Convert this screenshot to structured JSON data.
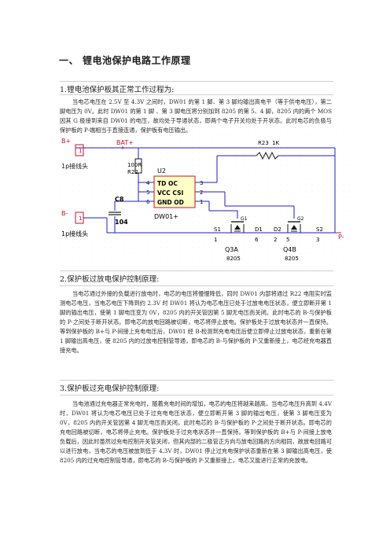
{
  "heading": {
    "number": "一、",
    "title": "锂电池保护电路工作原理"
  },
  "section1": {
    "title": "1.锂电池保护板其正常工作过程为:",
    "body": "当电芯电压在 2.5V 至 4.3V 之间时，DW01 的第 1 脚、第 3 脚均输出高电平（等于供电电压），第二脚电压为 0V。此时 DW01 的第 1 脚 、第 3 脚电压将分别加到 8205 的第 5、4 脚，8205 内的两个 MOS 因其 G 极接到来自 DW01 的电压，故均处于导通状态，即两个电子开关均处于开状态。此时电芯的负极与保护板的 P-端相当于直接连通，保护板有电压输出。"
  },
  "schematic": {
    "labels": {
      "bat_plus": "BAT+",
      "b_plus": "B+",
      "b_minus": "B-",
      "pin1_top": "1",
      "pin1_bottom": "1",
      "conn_top": "1p接线头",
      "conn_bottom": "1p接线头",
      "r22_value": "100R",
      "r22_name": "R22",
      "c8_name": "C8",
      "c8_value": "104",
      "u2": "U2",
      "ic_row1": "TD   OC",
      "ic_row2": "VCC CSI",
      "ic_row3": "GND   OD",
      "ic_part": "DW01+",
      "pin4": "4",
      "pin5": "5",
      "pin6": "6",
      "pin3": "3",
      "pin2": "2",
      "pin1": "1",
      "r23": "R23",
      "r23_value": "1K",
      "g1": "G1",
      "g2": "G2",
      "s1": "S1",
      "d1": "D1",
      "d2": "D2",
      "s2": "S2",
      "n1": "1",
      "n6": "6",
      "n2": "2",
      "n5": "5",
      "n3": "3",
      "p_minus": "P-",
      "q3a": "Q3A",
      "q4b": "Q4B",
      "part_a": "8205",
      "part_b": "8205"
    }
  },
  "section2": {
    "title": "2.保护板过放电保护控制原理:",
    "body": "当电芯通过外接的负载进行放电时，电芯的电压将慢慢降低，同时 DW01 内部将通过 R22 电阻实时监测电芯电压，当电芯电压下降到约 2.3V 时 DW01 将认为电芯电压已处于过放电电压状态，便立即断开第 1 脚的输出电压，使第 1 脚电压变为 0V，8205 内的开关管因第 5 脚无电压而关闭。此时电芯的 B-与保护板的 P-之间处于断开状态。即电芯的放电回路被切断，电芯将停止放电。保护板处于过放电状态并一直保持。等到保护板的 B+与 P-间接上充电电压后，DW01 经 B-检测到充电电压后便立即停止过放电状态，重新在第 1 脚输出高电压，使 8205 内的过放电控制管导通，即电芯的 B-与保护板的 P-又重新接上，电芯经充电器直接充电。"
  },
  "section3": {
    "title": "3.保护板过充电保护控制原理:",
    "body": "当电池通过充电器正常充电时，随着充电时间的增加，电芯的电压将越来越高，当电芯电压升高到 4.4V 时，DW01 将认为电芯电压已处于过充电电压状态，便立即断开第 3 脚的输出电压，使第 3 脚电压变为 0V，8205 内的开关管因第 4 脚无电压而关闭。此时电芯的 B-与保护板的 P-之间处于断开状态。即电芯的充电回路被切断，电芯将停止充电。保护板处于过充电状态并一直保持。等到保护板的 B+与 P-间接上放电负载后，因此时虽然过充电控制开关管关闭，但其内部的二极管正方向与放电回路的方向相同，故放电回路可以进行放电，当电芯的电压被放到低于 4.3V 时，DW01 停止过充电保护状态重新在第 3 脚输出高电压，使 8205 内的过充电控制管导通，即电芯的 B-与保护板的 P-又重新接上，电芯又能进行正常的充放电。"
  },
  "colors": {
    "wire": "#1d1dcc",
    "label_red": "#c8102e",
    "component": "#1a1a1a"
  }
}
